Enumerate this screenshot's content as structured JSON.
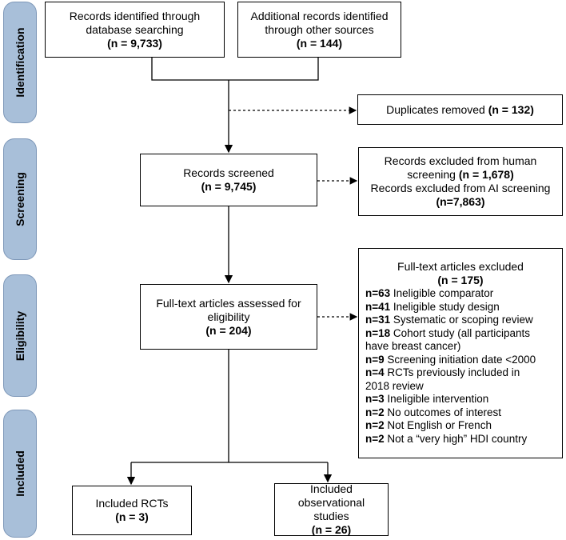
{
  "phases": {
    "identification": "Identification",
    "screening": "Screening",
    "eligibility": "Eligibility",
    "included": "Included"
  },
  "boxes": {
    "db_search": {
      "label_1": "Records identified through",
      "label_2": "database searching",
      "count": "(n = 9,733)"
    },
    "other_sources": {
      "label_1": "Additional records identified",
      "label_2": "through other sources",
      "count": "(n = 144)"
    },
    "duplicates": {
      "label": "Duplicates removed",
      "count": "(n = 132)"
    },
    "screened": {
      "label": "Records screened",
      "count": "(n = 9,745)"
    },
    "screen_excluded": {
      "human_1": "Records excluded from human",
      "human_2": "screening",
      "human_count": "(n = 1,678)",
      "ai": "Records excluded from AI screening",
      "ai_count": "(n=7,863)"
    },
    "fulltext": {
      "label_1": "Full-text articles assessed for",
      "label_2": "eligibility",
      "count": "(n = 204)"
    },
    "fulltext_excluded": {
      "title": "Full-text articles excluded",
      "count": "(n = 175)",
      "reasons": [
        {
          "n": "n=63",
          "text": " Ineligible comparator"
        },
        {
          "n": "n=41",
          "text": " Ineligible study design"
        },
        {
          "n": "n=31",
          "text": " Systematic or scoping review"
        },
        {
          "n": "n=18",
          "text": " Cohort study (all participants"
        },
        {
          "n": "",
          "text": "have breast cancer)"
        },
        {
          "n": "n=9",
          "text": " Screening initiation date <2000"
        },
        {
          "n": "n=4",
          "text": " RCTs previously included in"
        },
        {
          "n": "",
          "text": "2018 review"
        },
        {
          "n": "n=3",
          "text": " Ineligible intervention"
        },
        {
          "n": "n=2",
          "text": " No outcomes of interest"
        },
        {
          "n": "n=2",
          "text": " Not English or French"
        },
        {
          "n": "n=2",
          "text": " Not a “very high” HDI country"
        }
      ]
    },
    "rcts": {
      "label": "Included RCTs",
      "count": "(n = 3)"
    },
    "observational": {
      "label_1": "Included",
      "label_2": "observational studies",
      "count": "(n = 26)"
    }
  }
}
